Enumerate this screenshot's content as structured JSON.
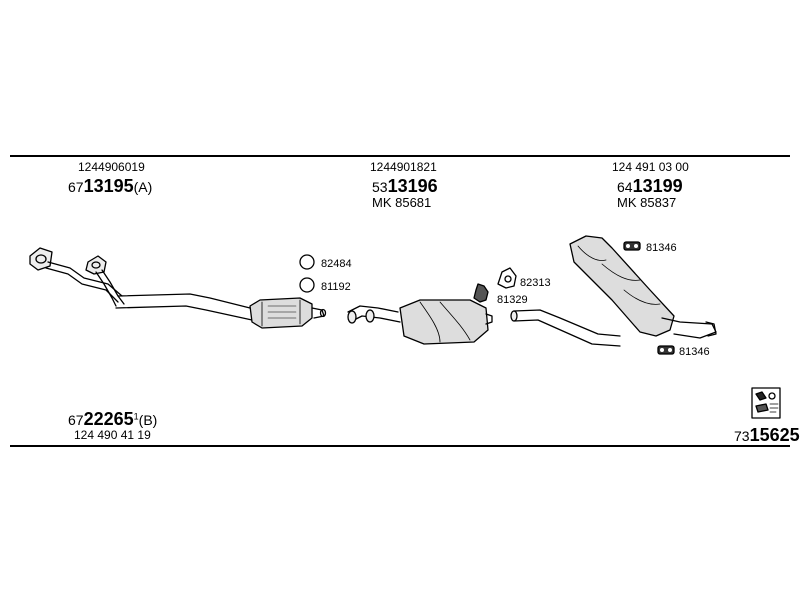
{
  "groups": [
    {
      "oe": "1244906019",
      "part_prefix": "67",
      "part_bold": "13195",
      "part_suffix": "(A)"
    },
    {
      "oe": "1244901821",
      "part_prefix": "53",
      "part_bold": "13196",
      "mk": "MK  85681"
    },
    {
      "oe": "124 491 03 00",
      "part_prefix": "64",
      "part_bold": "13199",
      "mk": "MK  85837"
    }
  ],
  "bottom_left": {
    "part_prefix": "67",
    "part_bold": "22265",
    "part_sup": "1",
    "part_suffix": "(B)",
    "oe": "124 490 41 19"
  },
  "bottom_right": {
    "part_prefix": "73",
    "part_bold": "15625"
  },
  "accessories": {
    "ring": "82484",
    "clamp": "81192",
    "gasket": "82313",
    "hanger": "81329",
    "rubber_top": "81346",
    "rubber_bottom": "81346"
  }
}
